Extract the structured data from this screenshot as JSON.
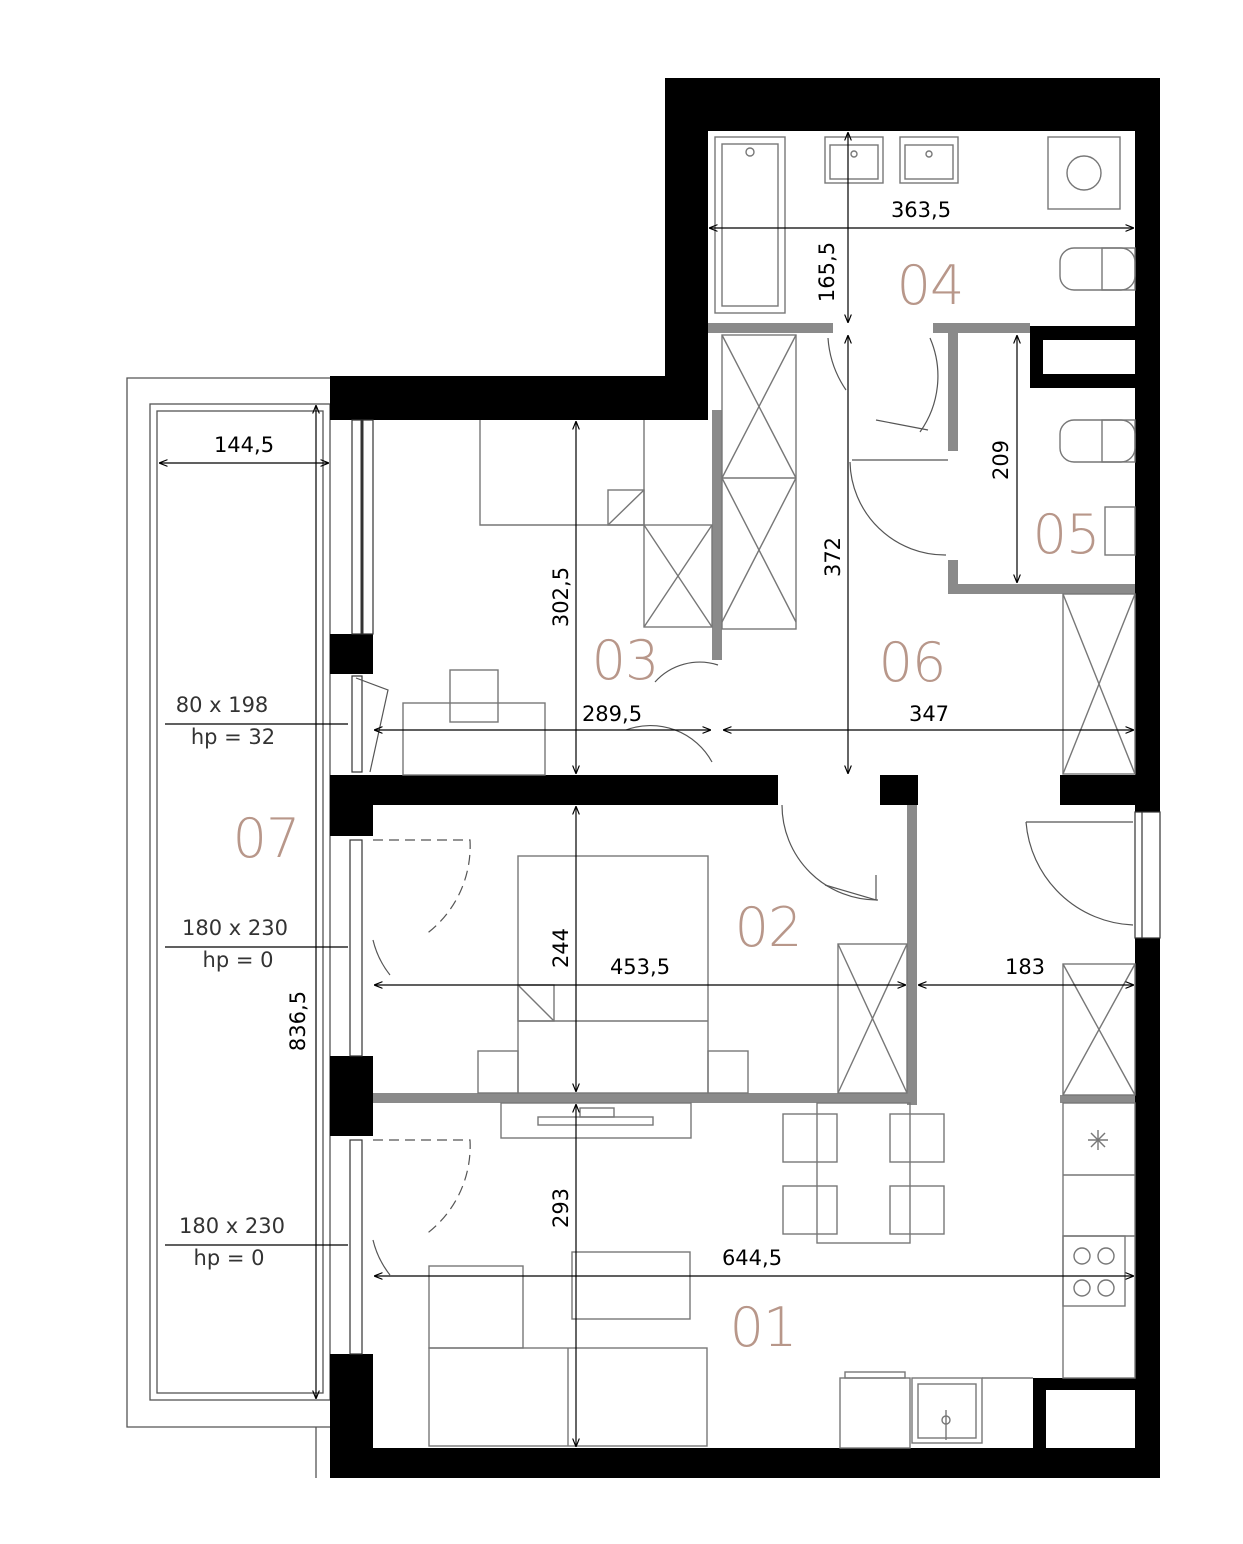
{
  "rooms": {
    "r01": "01",
    "r02": "02",
    "r03": "03",
    "r04": "04",
    "r05": "05",
    "r06": "06",
    "r07": "07"
  },
  "dimensions": {
    "d_363_5": "363,5",
    "d_165_5": "165,5",
    "d_209": "209",
    "d_372": "372",
    "d_347": "347",
    "d_302_5": "302,5",
    "d_289_5": "289,5",
    "d_144_5": "144,5",
    "d_244": "244",
    "d_453_5": "453,5",
    "d_183": "183",
    "d_836_5": "836,5",
    "d_293": "293",
    "d_644_5": "644,5"
  },
  "openings": {
    "o1_size": "80 x 198",
    "o1_hp": "hp = 32",
    "o2_size": "180 x 230",
    "o2_hp": "hp = 0",
    "o3_size": "180 x 230",
    "o3_hp": "hp = 0"
  }
}
